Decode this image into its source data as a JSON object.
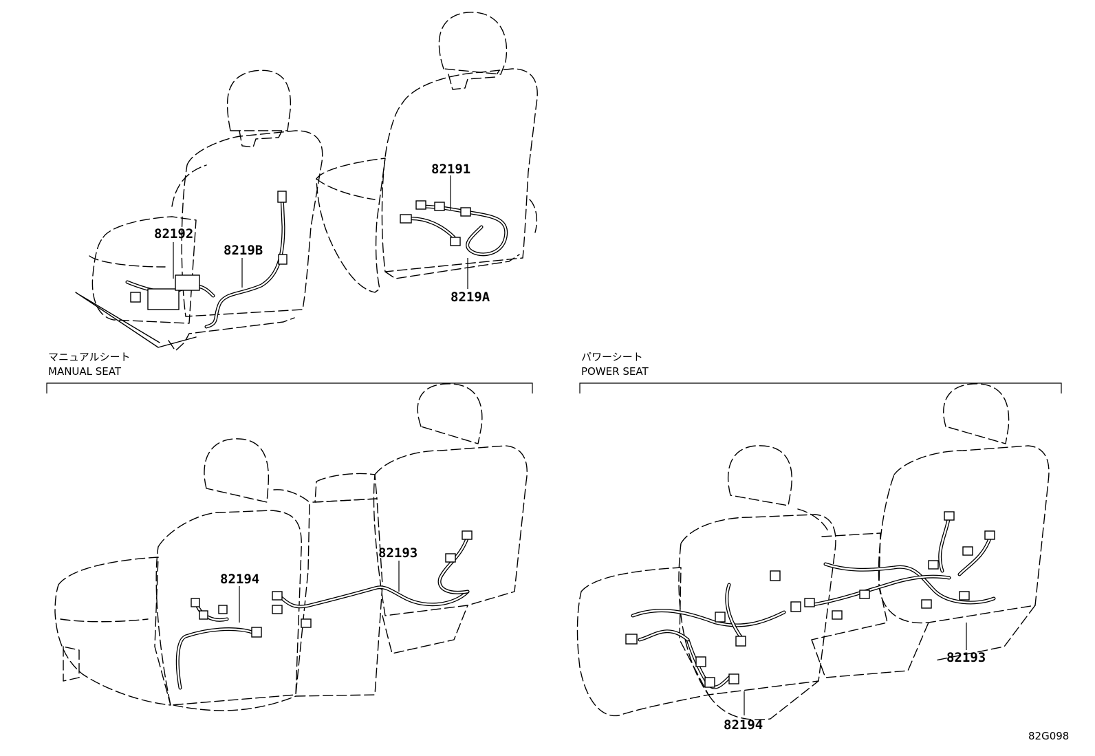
{
  "sections": {
    "manual": {
      "label_jp": "マニュアルシート",
      "label_en": "MANUAL SEAT"
    },
    "power": {
      "label_jp": "パワーシート",
      "label_en": "POWER SEAT"
    }
  },
  "callouts": {
    "c82191": "82191",
    "c8219A": "8219A",
    "c82192": "82192",
    "c8219B": "8219B",
    "c82193_manual": "82193",
    "c82194_manual": "82194",
    "c82193_power": "82193",
    "c82194_power": "82194"
  },
  "figure_code": "82G098"
}
